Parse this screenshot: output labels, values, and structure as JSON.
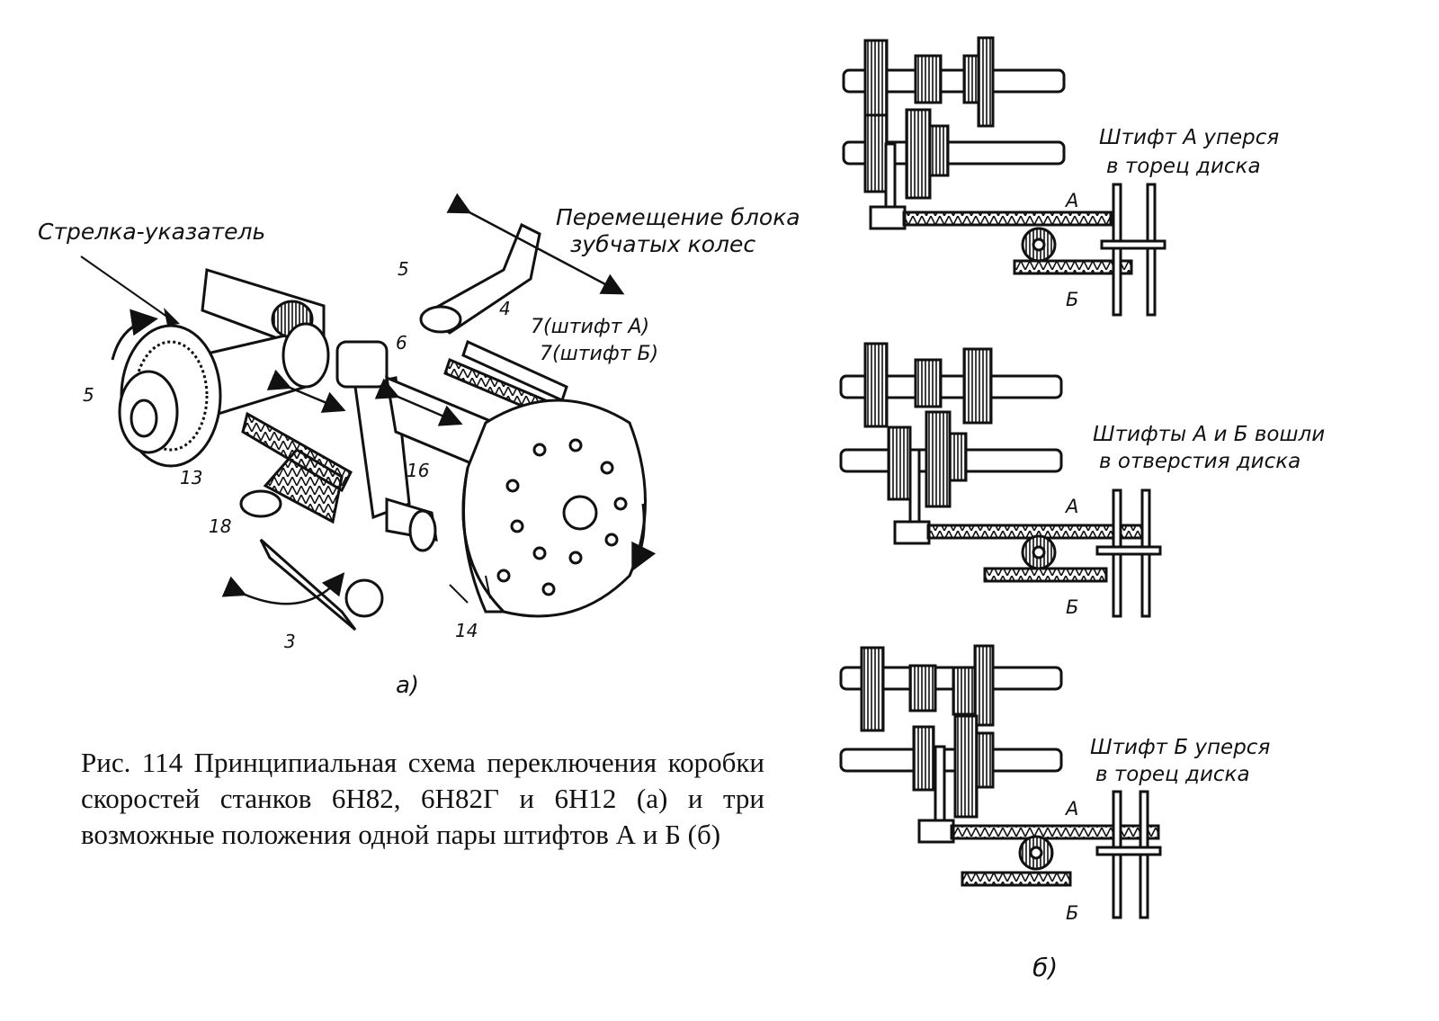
{
  "figure_a": {
    "label_pointer": "Стрелка-указатель",
    "label_move_line1": "Перемещение блока",
    "label_move_line2": "зубчатых колес",
    "part_5_left": "5",
    "part_5_top": "5",
    "part_4": "4",
    "part_6": "6",
    "part_7a": "7(штифт А)",
    "part_7b": "7(штифт Б)",
    "part_13": "13",
    "part_16": "16",
    "part_18": "18",
    "part_3": "3",
    "part_14": "14",
    "sublabel": "а)"
  },
  "figure_b": {
    "state1_line1": "Штифт А уперся",
    "state1_line2": "в торец диска",
    "state2_line1": "Штифты А и Б вошли",
    "state2_line2": "в отверстия диска",
    "state3_line1": "Штифт Б уперся",
    "state3_line2": "в торец диска",
    "pin_a": "А",
    "pin_b": "Б",
    "sublabel": "б)"
  },
  "caption": "Рис. 114 Принципиальная схема переключения коробки скоростей станков 6Н82, 6Н82Г и 6Н12 (а) и три возможные положения одной пары штифтов А и Б (б)"
}
